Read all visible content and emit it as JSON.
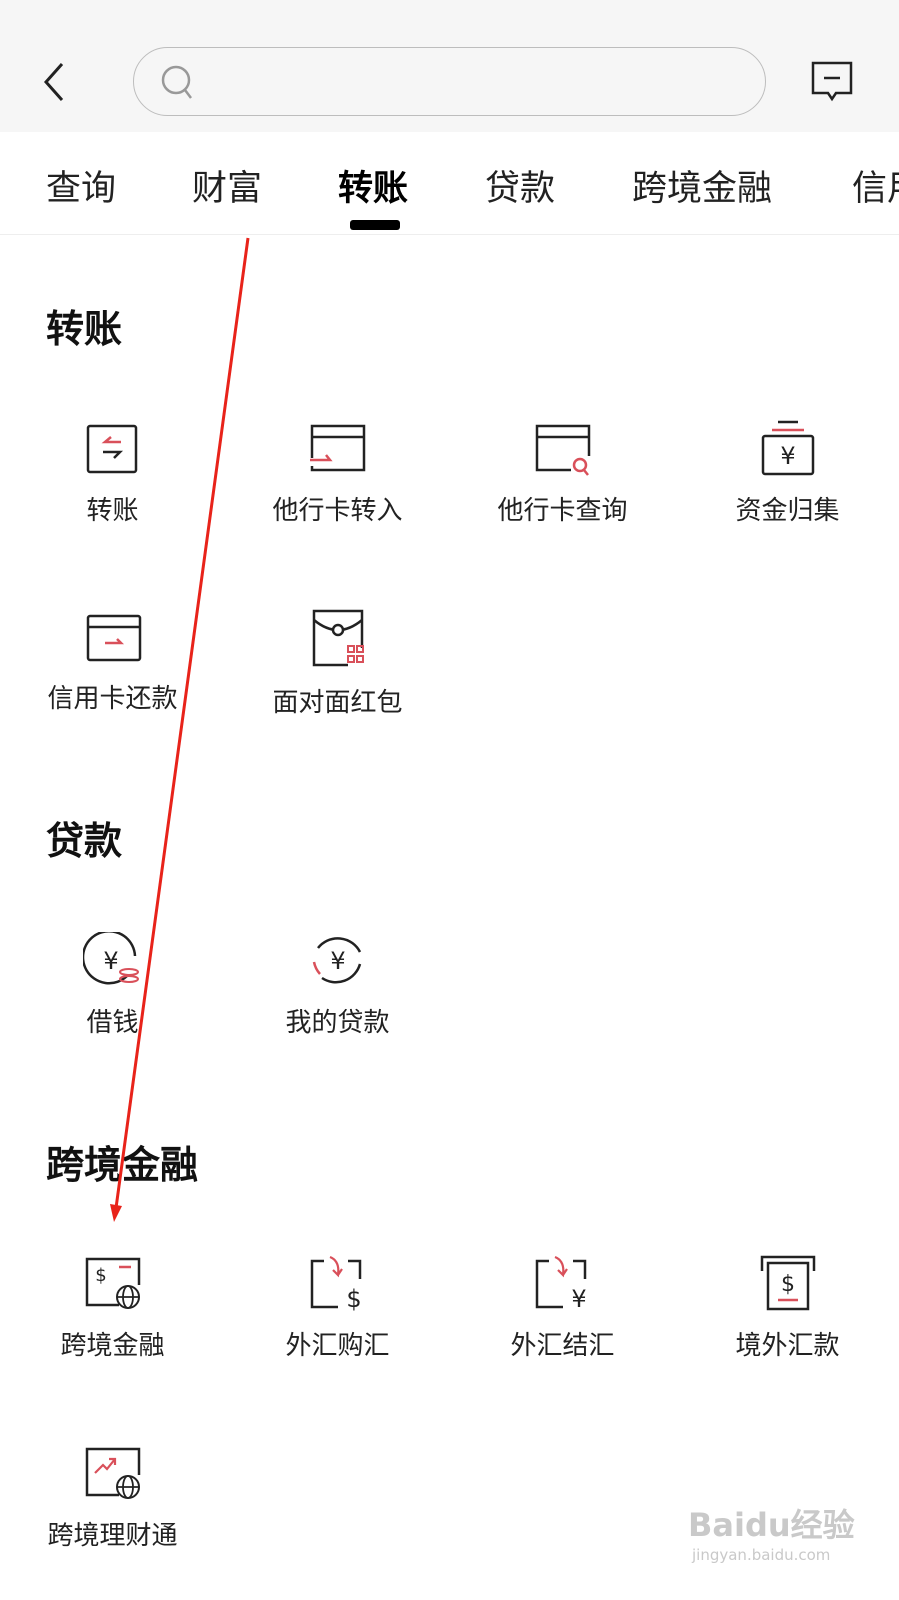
{
  "header": {
    "search_placeholder": ""
  },
  "tabs": [
    {
      "label": "查询"
    },
    {
      "label": "财富"
    },
    {
      "label": "转账",
      "active": true
    },
    {
      "label": "贷款"
    },
    {
      "label": "跨境金融"
    },
    {
      "label": "信用"
    }
  ],
  "sections": [
    {
      "title": "转账",
      "items": [
        {
          "label": "转账",
          "icon": "transfer-icon"
        },
        {
          "label": "他行卡转入",
          "icon": "card-in-icon"
        },
        {
          "label": "他行卡查询",
          "icon": "card-search-icon"
        },
        {
          "label": "资金归集",
          "icon": "fund-collect-icon"
        },
        {
          "label": "信用卡还款",
          "icon": "credit-repay-icon"
        },
        {
          "label": "面对面红包",
          "icon": "red-packet-icon"
        }
      ]
    },
    {
      "title": "贷款",
      "items": [
        {
          "label": "借钱",
          "icon": "borrow-icon"
        },
        {
          "label": "我的贷款",
          "icon": "my-loan-icon"
        }
      ]
    },
    {
      "title": "跨境金融",
      "items": [
        {
          "label": "跨境金融",
          "icon": "cross-border-icon"
        },
        {
          "label": "外汇购汇",
          "icon": "fx-buy-icon"
        },
        {
          "label": "外汇结汇",
          "icon": "fx-settle-icon"
        },
        {
          "label": "境外汇款",
          "icon": "overseas-remit-icon"
        },
        {
          "label": "跨境理财通",
          "icon": "wealth-connect-icon"
        }
      ]
    }
  ],
  "watermark": {
    "text": "Baidu经验",
    "sub": "jingyan.baidu.com"
  },
  "colors": {
    "accent": "#d9505a",
    "annotation_arrow": "#e8231a",
    "header_bg": "#f6f6f6"
  }
}
